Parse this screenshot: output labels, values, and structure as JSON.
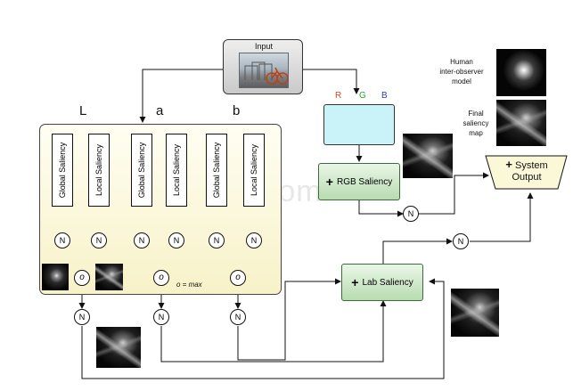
{
  "input": {
    "label": "Input"
  },
  "channels": {
    "L": "L",
    "a": "a",
    "b": "b",
    "R": "R",
    "G": "G",
    "B": "B"
  },
  "colors": {
    "R": "#e04a1a",
    "G": "#2e9e2e",
    "B": "#2a3fb0",
    "panel": "#fbf8d8",
    "cyan": "#c9f3f8"
  },
  "features": {
    "global": "Global Saliency",
    "local": "Local Saliency"
  },
  "node_n": "N",
  "node_o": "o",
  "o_def": "o = max",
  "rgb_saliency": "RGB Saliency",
  "lab_saliency": "Lab Saliency",
  "system_output": {
    "line1": "System",
    "line2": "Output"
  },
  "human_model": {
    "line1": "Human",
    "line2": "inter-observer",
    "line3": "model"
  },
  "final_map": {
    "line1": "Final",
    "line2": "saliency",
    "line3": "map"
  },
  "watermark": "www.tucat.com"
}
